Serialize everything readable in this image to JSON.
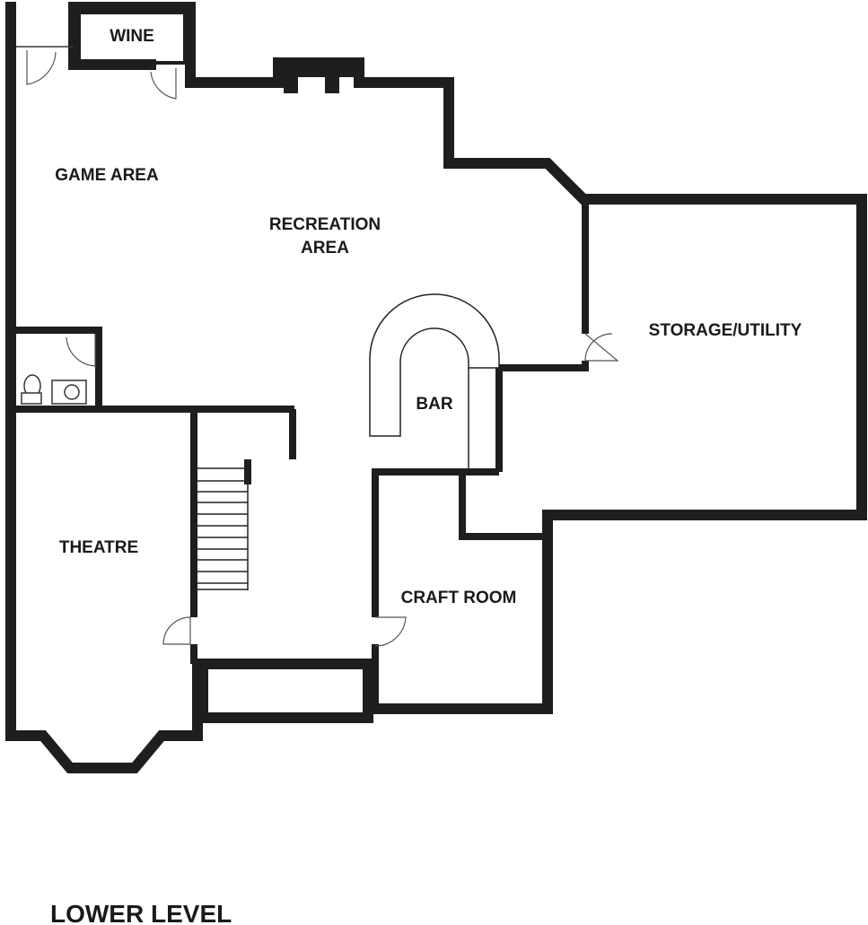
{
  "plan": {
    "title": "LOWER LEVEL",
    "rooms": {
      "wine": "WINE",
      "game_area": "GAME AREA",
      "recreation_line1": "RECREATION",
      "recreation_line2": "AREA",
      "storage_utility": "STORAGE/UTILITY",
      "bar": "BAR",
      "theatre": "THEATRE",
      "craft_room": "CRAFT ROOM"
    }
  }
}
